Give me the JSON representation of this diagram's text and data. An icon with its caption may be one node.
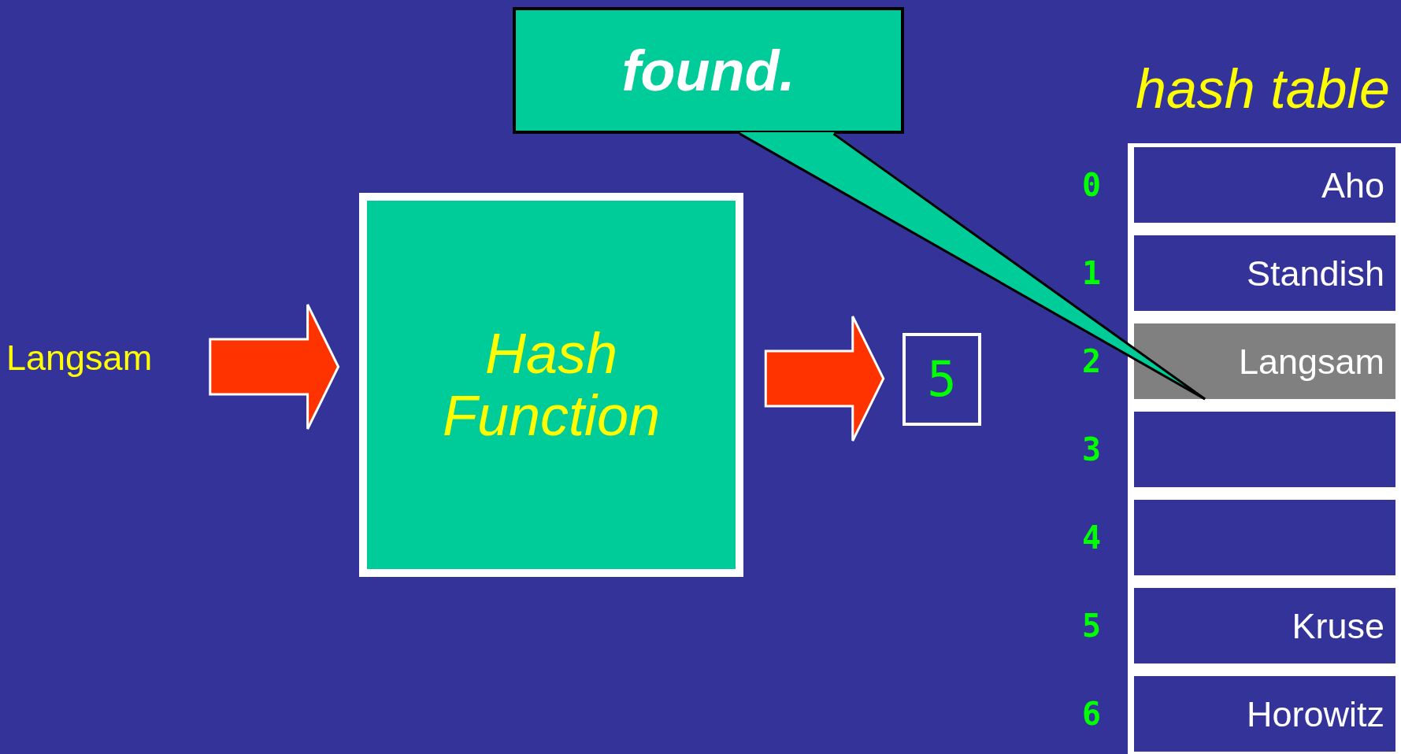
{
  "diagram": {
    "nodes": [
      {
        "text": [
          "Langsam"
        ]
      },
      {
        "text": [
          "Hash Function"
        ]
      },
      {
        "text": [
          "5"
        ]
      },
      {
        "text": [
          "found."
        ]
      },
      {
        "text": [
          "hash table"
        ]
      },
      {
        "text": [
          "Aho"
        ],
        "in": 4,
        "beside": [
          "0"
        ]
      },
      {
        "text": [
          "Standish"
        ],
        "in": 4,
        "beside": [
          "1"
        ]
      },
      {
        "text": [
          "Langsam"
        ],
        "in": 4,
        "beside": [
          "2"
        ]
      },
      {
        "text": [],
        "shape": "box",
        "in": 4,
        "beside": [
          "3"
        ]
      },
      {
        "text": [],
        "shape": "box",
        "in": 4,
        "beside": [
          "4"
        ]
      },
      {
        "text": [
          "Kruse"
        ],
        "in": 4,
        "beside": [
          "5"
        ]
      },
      {
        "text": [
          "Horowitz"
        ],
        "in": 4,
        "beside": [
          "6"
        ]
      }
    ],
    "edges": [
      {
        "from": 0,
        "to": 1,
        "arrow": "to",
        "style": "thick",
        "color": "#ff3300"
      },
      {
        "from": 1,
        "to": 2,
        "arrow": "to",
        "style": "thick",
        "color": "#ff3300"
      },
      {
        "from": 3,
        "to": 7,
        "arrow": "none"
      }
    ]
  }
}
